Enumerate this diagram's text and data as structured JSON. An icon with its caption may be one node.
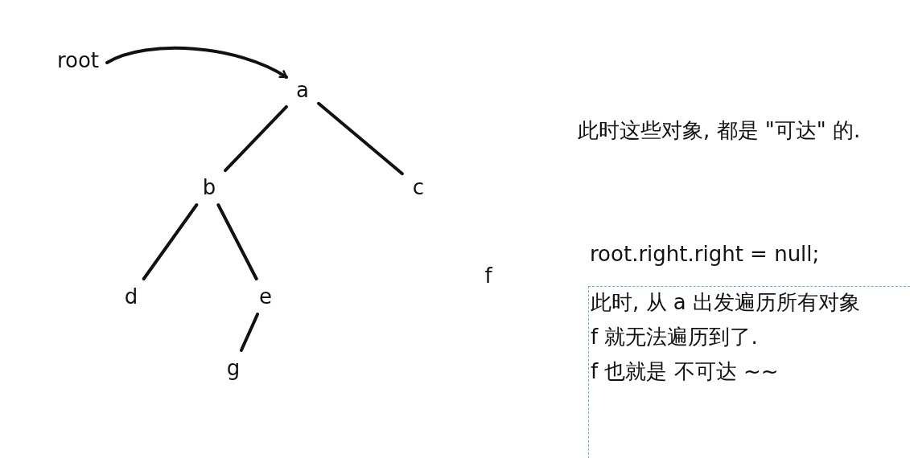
{
  "diagram": {
    "nodes": [
      {
        "text": [
          "root"
        ]
      },
      {
        "text": [
          "a"
        ]
      },
      {
        "text": [
          "b"
        ]
      },
      {
        "text": [
          "c"
        ]
      },
      {
        "text": [
          "d"
        ]
      },
      {
        "text": [
          "e"
        ]
      },
      {
        "text": [
          "g"
        ]
      },
      {
        "text": [
          "f"
        ]
      },
      {
        "text": [
          "此时, 从 a 出发遍历所有对象",
          "f 就无法遍历到了.",
          "f 也就是 不可达 ~~"
        ]
      }
    ],
    "edges": [
      {
        "from": 0,
        "to": 1,
        "arrow": "to"
      },
      {
        "from": 1,
        "to": 2,
        "arrow": "none"
      },
      {
        "from": 1,
        "to": 3,
        "arrow": "none"
      },
      {
        "from": 2,
        "to": 4,
        "arrow": "none"
      },
      {
        "from": 2,
        "to": 5,
        "arrow": "none"
      },
      {
        "from": 5,
        "to": 6,
        "arrow": "none"
      }
    ],
    "labels": [
      "此时这些对象, 都是 \"可达\" 的.",
      "root.right.right = null;"
    ]
  }
}
